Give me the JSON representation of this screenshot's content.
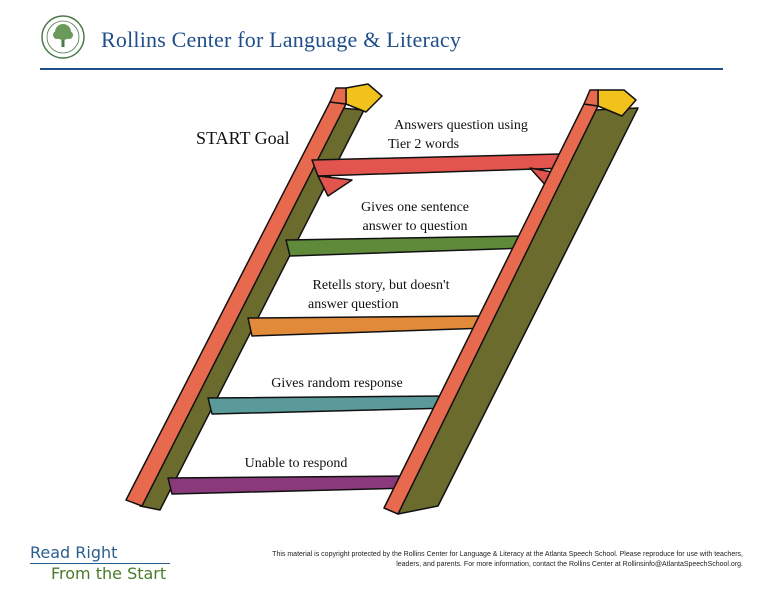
{
  "header": {
    "org_name": "Rollins Center for Language & Literacy",
    "logo_icon": "tree-seal-icon"
  },
  "diagram": {
    "start_goal": "START Goal",
    "rungs": [
      {
        "line1": "Answers question using",
        "line2": "Tier 2 words",
        "color": "#e2554f"
      },
      {
        "line1": "Gives one sentence",
        "line2": "answer to question",
        "color": "#5f8a3a"
      },
      {
        "line1": "Retells story, but doesn't",
        "line2": "answer question",
        "color": "#e08a3a"
      },
      {
        "line1": "Gives random response",
        "line2": "",
        "color": "#5a9a9a"
      },
      {
        "line1": "Unable to respond",
        "line2": "",
        "color": "#8a3a7a"
      }
    ],
    "rail_colors": {
      "front": "#e86a4e",
      "side": "#6b6b2e",
      "cap": "#f2c21c"
    }
  },
  "footer": {
    "brand_line1": "Read Right",
    "brand_line2": "From the Start",
    "copyright_line1": "This material is copyright protected by the Rollins Center for Language & Literacy at the Atlanta Speech School. Please reproduce for use with teachers,",
    "copyright_line2": "leaders, and parents. For more information, contact the Rollins Center at Rollinsinfo@AtlantaSpeechSchool.org."
  }
}
